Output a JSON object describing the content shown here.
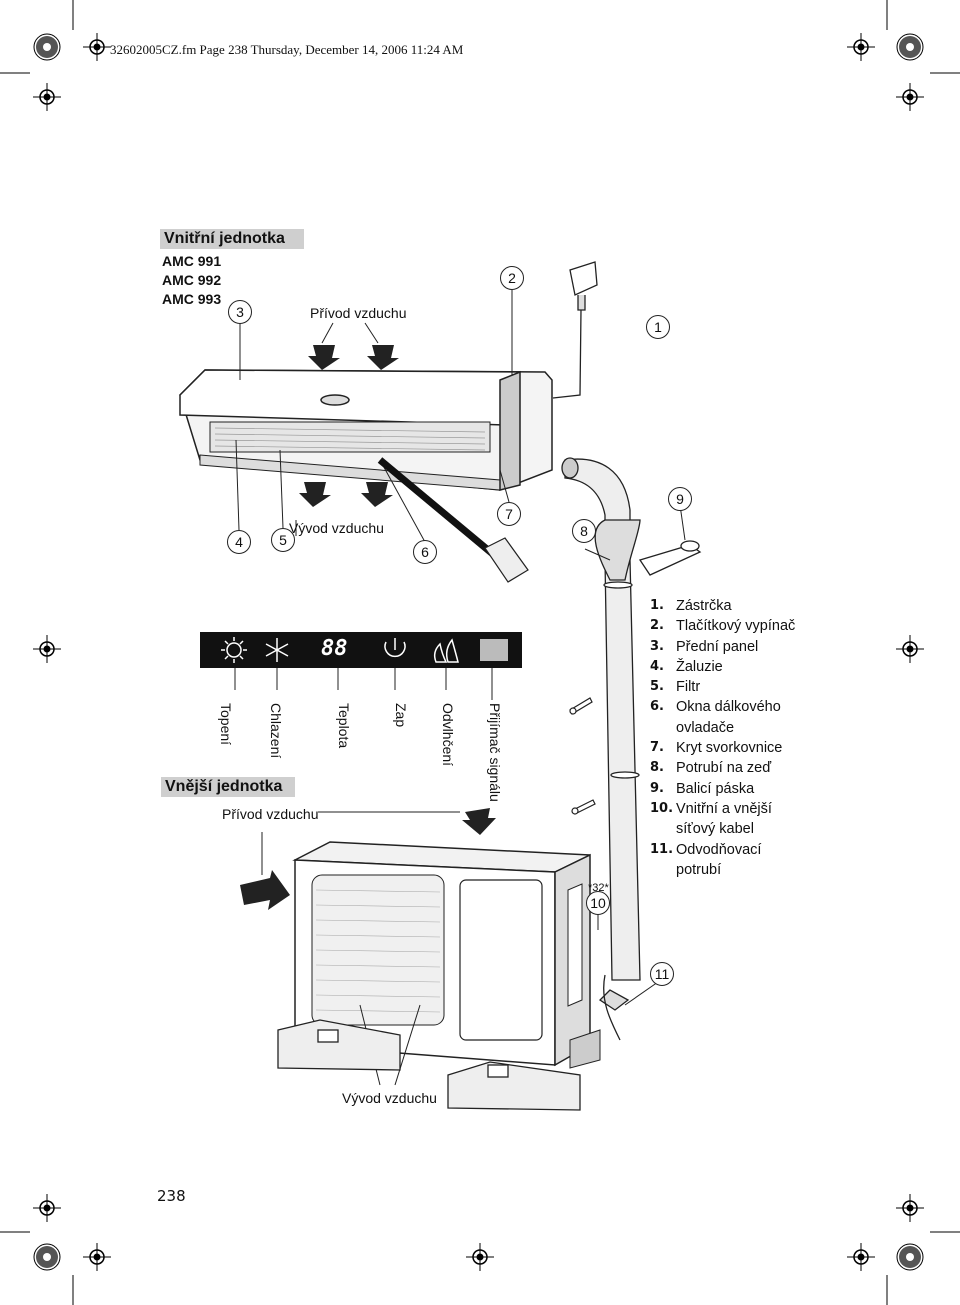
{
  "header": {
    "text": "32602005CZ.fm  Page 238  Thursday, December 14, 2006  11:24 AM"
  },
  "indoor": {
    "title": "Vnitřní jednotka",
    "models": [
      "AMC 991",
      "AMC 992",
      "AMC 993"
    ],
    "air_in": "Přívod vzduchu",
    "air_out": "Vývod vzduchu"
  },
  "callouts": [
    "1",
    "2",
    "3",
    "4",
    "5",
    "6",
    "7",
    "8",
    "9",
    "10",
    "11"
  ],
  "panel": {
    "display": "88",
    "labels": [
      "Topení",
      "Chlazení",
      "Teplota",
      "Zap",
      "Odvlhčení",
      "Přijímač signálu"
    ]
  },
  "outdoor": {
    "title": "Vnější jednotka",
    "air_in": "Přívod vzduchu",
    "air_out": "Vývod vzduchu",
    "mark": "*32*"
  },
  "legend": [
    {
      "n": "1.",
      "text": "Zástrčka"
    },
    {
      "n": "2.",
      "text": "Tlačítkový vypínač"
    },
    {
      "n": "3.",
      "text": "Přední panel"
    },
    {
      "n": "4.",
      "text": "Žaluzie"
    },
    {
      "n": "5.",
      "text": "Filtr"
    },
    {
      "n": "6.",
      "text": "Okna dálkového ovladače"
    },
    {
      "n": "7.",
      "text": "Kryt svorkovnice"
    },
    {
      "n": "8.",
      "text": "Potrubí na zeď"
    },
    {
      "n": "9.",
      "text": "Balicí páska"
    },
    {
      "n": "10.",
      "text": "Vnitřní a vnější síťový kabel"
    },
    {
      "n": "11.",
      "text": "Odvodňovací potrubí"
    }
  ],
  "page_number": "238"
}
